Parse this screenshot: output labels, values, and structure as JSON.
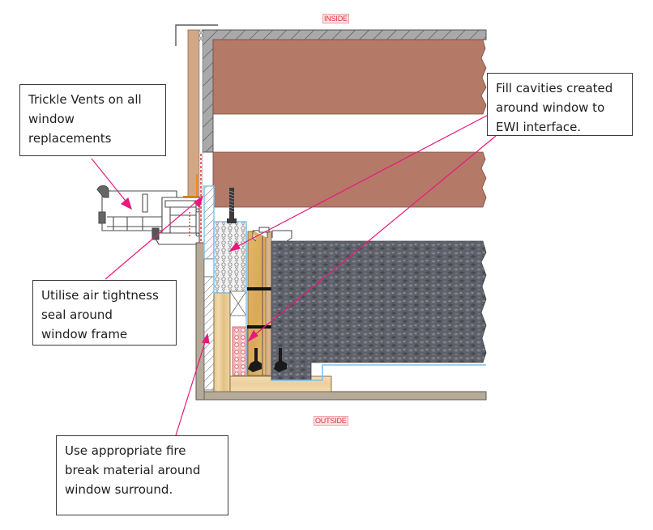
{
  "diagram": {
    "title": "Window to EWI interface section detail",
    "orientation_labels": {
      "inside": "INSIDE",
      "outside": "OUTSIDE"
    },
    "callouts": [
      {
        "id": "trickle-vents",
        "lines": [
          "Trickle Vents on all",
          "window",
          "replacements"
        ]
      },
      {
        "id": "fill-cavities",
        "lines": [
          "Fill cavities created",
          "around window to",
          "EWI interface."
        ]
      },
      {
        "id": "air-tightness",
        "lines": [
          "Utilise air tightness",
          "seal around",
          "window frame"
        ]
      },
      {
        "id": "fire-break",
        "lines": [
          "Use appropriate fire",
          "break material around",
          "window surround."
        ]
      }
    ],
    "colors": {
      "leader": "#e8197d",
      "brick": "#b47967",
      "plaster_hatch": "#a8a8a8",
      "timber": "#ecd3a4",
      "insulation": "#5d6068",
      "render": "#b5ab98",
      "reveal_board": "#d2a786",
      "airtight_tape": "#e88a1c",
      "membrane": "#7fc0ea",
      "firebreak": "#e6505a"
    }
  }
}
